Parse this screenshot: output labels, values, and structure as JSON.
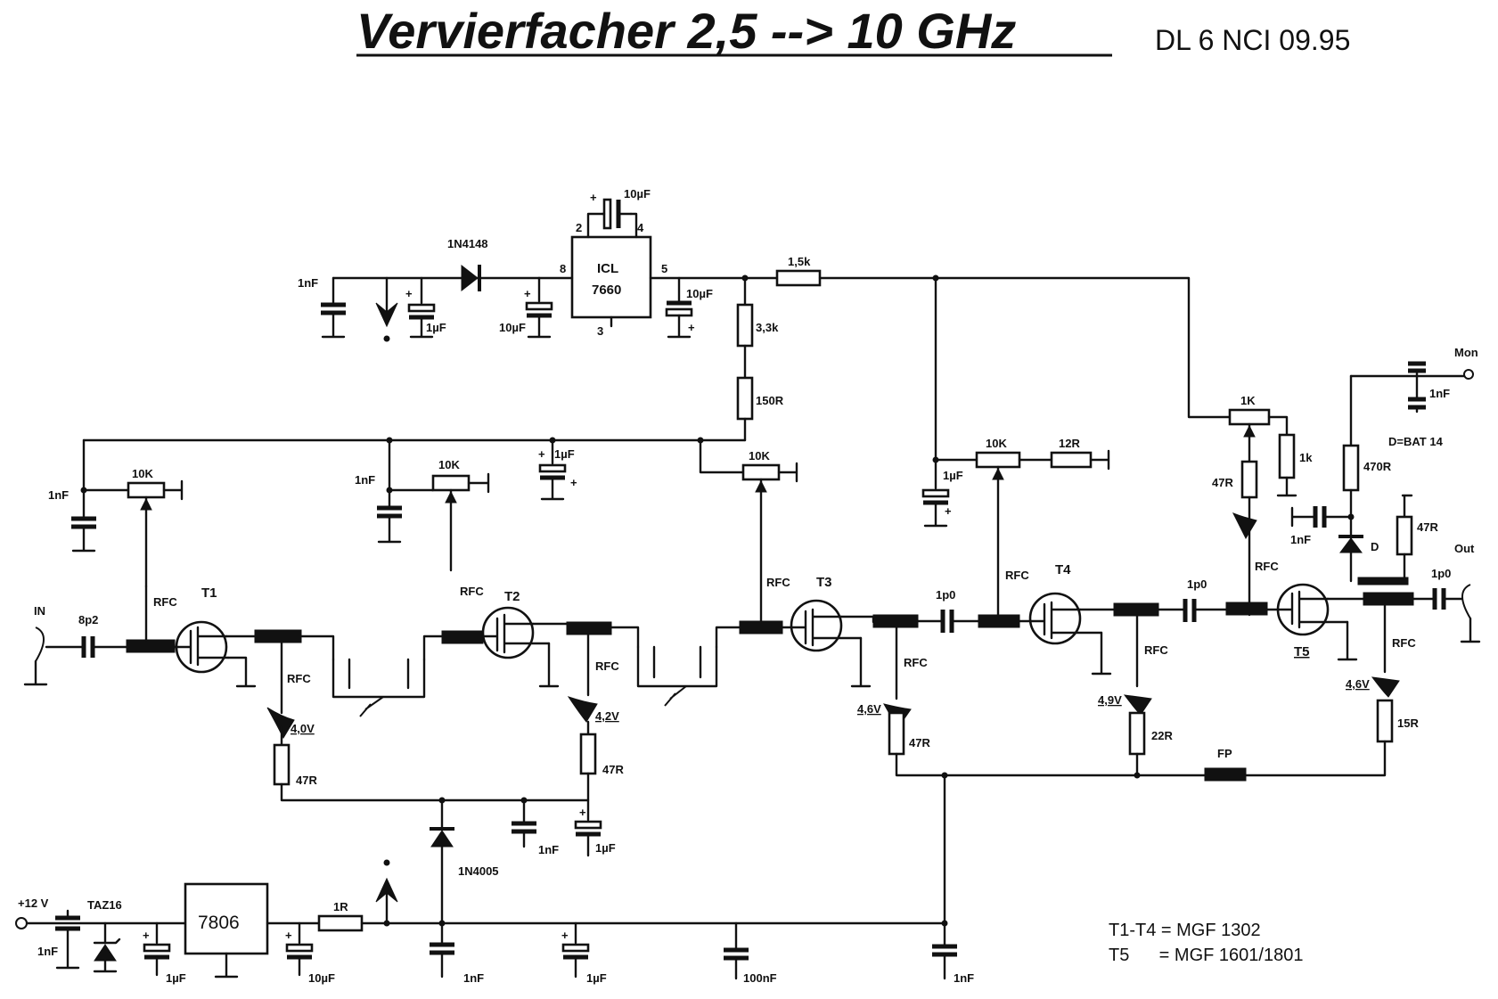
{
  "title": "Vervierfacher  2,5 --> 10 GHz",
  "author": "DL 6 NCI 09.95",
  "labels": {
    "in": "IN",
    "out": "Out",
    "mon": "Mon",
    "supply": "+12 V",
    "rfc": "RFC",
    "fp": "FP",
    "diode_d": "D",
    "d_type": "D=BAT 14"
  },
  "ics": {
    "icl_line1": "ICL",
    "icl_line2": "7660",
    "icl_pin2": "2",
    "icl_pin4": "4",
    "icl_pin8": "8",
    "icl_pin5": "5",
    "icl_pin3": "3",
    "reg": "7806"
  },
  "transistors": {
    "t1": "T1",
    "t2": "T2",
    "t3": "T3",
    "t4": "T4",
    "t5": "T5"
  },
  "components": {
    "c_1nF": "1nF",
    "c_1uF": "1µF",
    "c_10uF": "10µF",
    "c_100nF": "100nF",
    "c_8p2": "8p2",
    "c_1p0": "1p0",
    "r_10K": "10K",
    "r_1K": "1K",
    "r_1k": "1k",
    "r_1_5k": "1,5k",
    "r_3_3k": "3,3k",
    "r_150R": "150R",
    "r_47R": "47R",
    "r_12R": "12R",
    "r_22R": "22R",
    "r_15R": "15R",
    "r_470R": "470R",
    "r_1R": "1R",
    "d_1N4148": "1N4148",
    "d_1N4005": "1N4005",
    "d_TAZ16": "TAZ16"
  },
  "voltages": {
    "v1": "4,0V",
    "v2": "4,2V",
    "v3": "4,6V",
    "v4": "4,9V",
    "v5": "4,6V"
  },
  "notes": {
    "line1": "T1-T4 = MGF 1302",
    "line2": "T5      = MGF 1601/1801"
  },
  "signs": {
    "plus": "+"
  }
}
